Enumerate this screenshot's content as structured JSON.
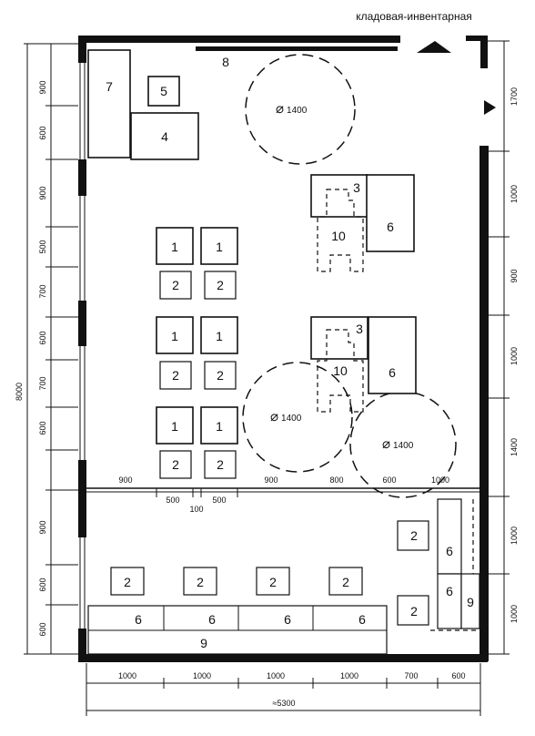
{
  "header": {
    "room_label": "кладовая-инвентарная"
  },
  "labels": {
    "n1": "1",
    "n2": "2",
    "n3": "3",
    "n4": "4",
    "n5": "5",
    "n6": "6",
    "n7": "7",
    "n8": "8",
    "n9": "9",
    "n10": "10"
  },
  "circles": {
    "label": "1400"
  },
  "dims": {
    "left": [
      "900",
      "600",
      "900",
      "500",
      "700",
      "600",
      "700",
      "600",
      "900",
      "600",
      "600"
    ],
    "left_total": "8000",
    "right": [
      "1700",
      "1000",
      "900",
      "1000",
      "1400",
      "1000",
      "1000"
    ],
    "middle": [
      "900",
      "900",
      "800",
      "600",
      "1000"
    ],
    "middle_small": [
      "500",
      "500",
      "100"
    ],
    "bottom": [
      "1000",
      "1000",
      "1000",
      "1000",
      "700",
      "600"
    ],
    "bottom_total": "≈5300"
  }
}
